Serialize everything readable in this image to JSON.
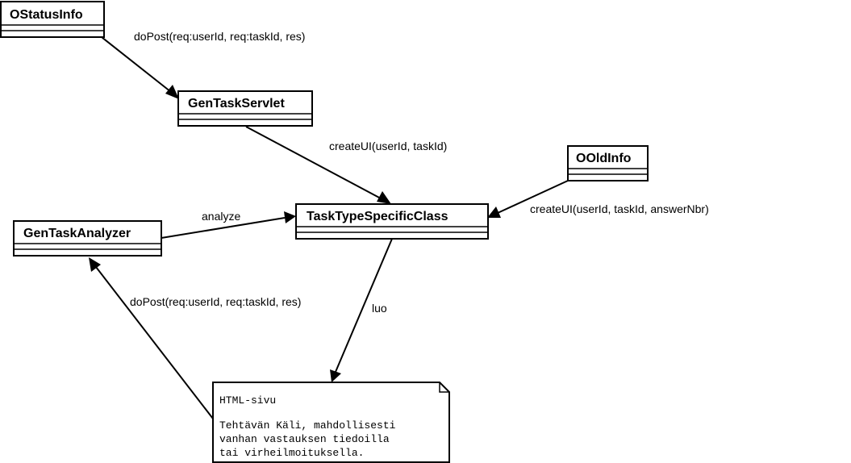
{
  "classes": {
    "ostatusinfo": "OStatusInfo",
    "gentaskservlet": "GenTaskServlet",
    "ooldinfo": "OOldInfo",
    "tasktypespecificclass": "TaskTypeSpecificClass",
    "gentaskanalyzer": "GenTaskAnalyzer"
  },
  "edges": {
    "ostatus_to_servlet": "doPost(req:userId, req:taskId, res)",
    "servlet_to_tasktype": "createUI(userId, taskId)",
    "oold_to_tasktype": "createUI(userId, taskId, answerNbr)",
    "analyzer_to_tasktype": "analyze",
    "note_to_analyzer": "doPost(req:userId, req:taskId, res)",
    "tasktype_to_note": "luo"
  },
  "note": {
    "title": "HTML-sivu",
    "lines": [
      "Tehtävän Käli, mahdollisesti",
      "vanhan vastauksen tiedoilla",
      "tai virheilmoituksella."
    ]
  }
}
